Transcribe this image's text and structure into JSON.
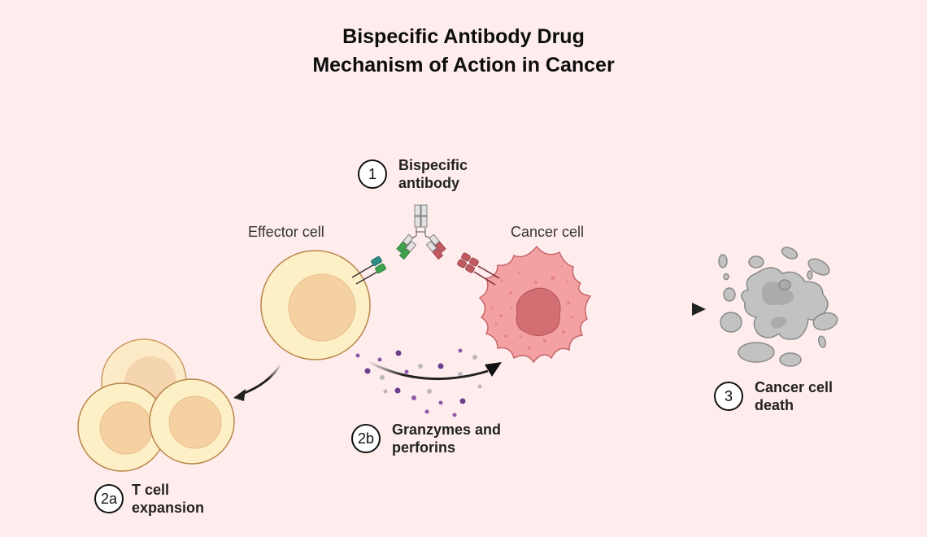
{
  "title": {
    "line1": "Bispecific Antibody Drug",
    "line2": "Mechanism of Action in Cancer"
  },
  "labels": {
    "effector_cell": "Effector cell",
    "cancer_cell": "Cancer cell"
  },
  "steps": [
    {
      "number": "1",
      "line1": "Bispecific",
      "line2": "antibody"
    },
    {
      "number": "2a",
      "line1": "T cell",
      "line2": "expansion"
    },
    {
      "number": "2b",
      "line1": "Granzymes and",
      "line2": "perforins"
    },
    {
      "number": "3",
      "line1": "Cancer cell",
      "line2": "death"
    }
  ],
  "colors": {
    "background": "#FFEDED",
    "t_cell_fill": "#FDF0C6",
    "t_cell_nucleus": "#F5D0A0",
    "t_cell_outline": "#B8864A",
    "cancer_cell_fill": "#F4A1A3",
    "cancer_nucleus": "#D36F72",
    "dead_cell_fill": "#C2C2C2",
    "antibody_green": "#3FA34D",
    "antibody_red": "#C25A62",
    "receptor_teal": "#2E8B85",
    "granzyme_purple": "#6B3F8F",
    "perforin_gray": "#BDB6BC"
  }
}
